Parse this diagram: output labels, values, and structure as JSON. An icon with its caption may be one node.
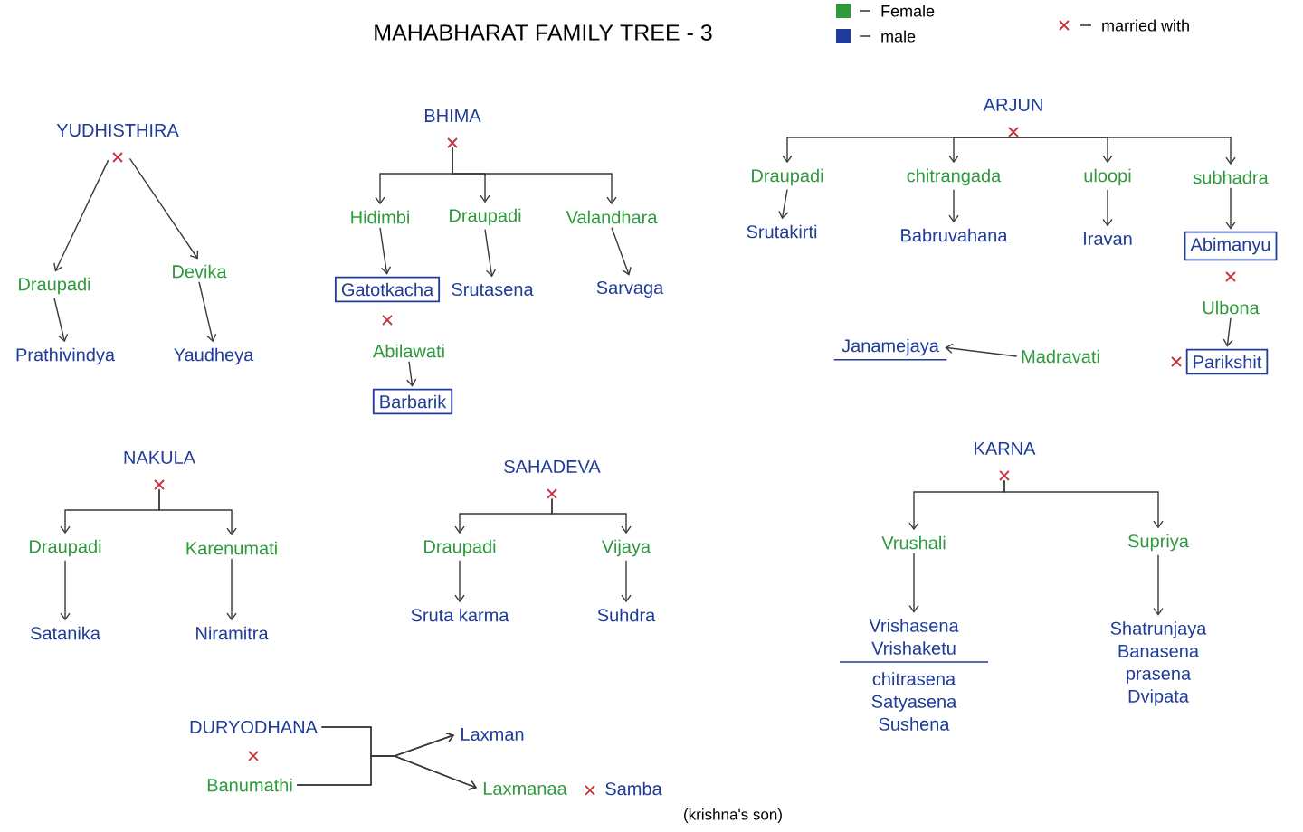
{
  "diagram": {
    "title": "MAHABHARAT FAMILY TREE - 3",
    "nodes": [
      {
        "text": [
          "YUDHISTHIRA"
        ]
      },
      {
        "text": [
          "Draupadi"
        ]
      },
      {
        "text": [
          "Devika"
        ]
      },
      {
        "text": [
          "Prathivindya"
        ]
      },
      {
        "text": [
          "Yaudheya"
        ]
      },
      {
        "text": [
          "BHIMA"
        ]
      },
      {
        "text": [
          "Hidimbi"
        ]
      },
      {
        "text": [
          "Draupadi"
        ]
      },
      {
        "text": [
          "Valandhara"
        ]
      },
      {
        "text": [
          "Gatotkacha"
        ]
      },
      {
        "text": [
          "Srutasena"
        ]
      },
      {
        "text": [
          "Sarvaga"
        ]
      },
      {
        "text": [
          "Abilawati"
        ]
      },
      {
        "text": [
          "Barbarik"
        ]
      },
      {
        "text": [
          "ARJUN"
        ]
      },
      {
        "text": [
          "Draupadi"
        ]
      },
      {
        "text": [
          "chitrangada"
        ]
      },
      {
        "text": [
          "uloopi"
        ]
      },
      {
        "text": [
          "subhadra"
        ]
      },
      {
        "text": [
          "Srutakirti"
        ]
      },
      {
        "text": [
          "Babruvahana"
        ]
      },
      {
        "text": [
          "Iravan"
        ]
      },
      {
        "text": [
          "Abimanyu"
        ]
      },
      {
        "text": [
          "Ulbona"
        ]
      },
      {
        "text": [
          "Parikshit"
        ]
      },
      {
        "text": [
          "Madravati"
        ]
      },
      {
        "text": [
          "Janamejaya"
        ]
      },
      {
        "text": [
          "NAKULA"
        ]
      },
      {
        "text": [
          "Draupadi"
        ]
      },
      {
        "text": [
          "Karenumati"
        ]
      },
      {
        "text": [
          "Satanika"
        ]
      },
      {
        "text": [
          "Niramitra"
        ]
      },
      {
        "text": [
          "SAHADEVA"
        ]
      },
      {
        "text": [
          "Draupadi"
        ]
      },
      {
        "text": [
          "Vijaya"
        ]
      },
      {
        "text": [
          "Sruta karma"
        ]
      },
      {
        "text": [
          "Suhdra"
        ]
      },
      {
        "text": [
          "KARNA"
        ]
      },
      {
        "text": [
          "Vrushali"
        ]
      },
      {
        "text": [
          "Supriya"
        ]
      },
      {
        "text": [
          "Vrishasena",
          "Vrishaketu",
          "chitrasena",
          "Satyasena",
          "Sushena"
        ]
      },
      {
        "text": [
          "Shatrunjaya",
          "Banasena",
          "prasena",
          "Dvipata"
        ]
      },
      {
        "text": [
          "DURYODHANA"
        ]
      },
      {
        "text": [
          "Banumathi"
        ]
      },
      {
        "text": [
          "Laxman"
        ]
      },
      {
        "text": [
          "Laxmanaa"
        ]
      },
      {
        "text": [
          "Samba"
        ],
        "beside": [
          "(krishna's son)"
        ]
      }
    ],
    "edges": [
      {
        "from": 0,
        "to": 1,
        "arrow": "to"
      },
      {
        "from": 0,
        "to": 2,
        "arrow": "to"
      },
      {
        "from": 1,
        "to": 3,
        "arrow": "to"
      },
      {
        "from": 2,
        "to": 4,
        "arrow": "to"
      },
      {
        "from": 5,
        "to": 6,
        "arrow": "to"
      },
      {
        "from": 5,
        "to": 7,
        "arrow": "to"
      },
      {
        "from": 5,
        "to": 8,
        "arrow": "to"
      },
      {
        "from": 6,
        "to": 9,
        "arrow": "to"
      },
      {
        "from": 7,
        "to": 10,
        "arrow": "to"
      },
      {
        "from": 8,
        "to": 11,
        "arrow": "to"
      },
      {
        "from": 12,
        "to": 13,
        "arrow": "to"
      },
      {
        "from": 14,
        "to": 15,
        "arrow": "to"
      },
      {
        "from": 14,
        "to": 16,
        "arrow": "to"
      },
      {
        "from": 14,
        "to": 17,
        "arrow": "to"
      },
      {
        "from": 14,
        "to": 18,
        "arrow": "to"
      },
      {
        "from": 15,
        "to": 19,
        "arrow": "to"
      },
      {
        "from": 16,
        "to": 20,
        "arrow": "to"
      },
      {
        "from": 17,
        "to": 21,
        "arrow": "to"
      },
      {
        "from": 18,
        "to": 22,
        "arrow": "to"
      },
      {
        "from": 23,
        "to": 24,
        "arrow": "to"
      },
      {
        "from": 25,
        "to": 26,
        "arrow": "to"
      },
      {
        "from": 27,
        "to": 28,
        "arrow": "to"
      },
      {
        "from": 27,
        "to": 29,
        "arrow": "to"
      },
      {
        "from": 28,
        "to": 30,
        "arrow": "to"
      },
      {
        "from": 29,
        "to": 31,
        "arrow": "to"
      },
      {
        "from": 32,
        "to": 33,
        "arrow": "to"
      },
      {
        "from": 32,
        "to": 34,
        "arrow": "to"
      },
      {
        "from": 33,
        "to": 35,
        "arrow": "to"
      },
      {
        "from": 34,
        "to": 36,
        "arrow": "to"
      },
      {
        "from": 37,
        "to": 38,
        "arrow": "to"
      },
      {
        "from": 37,
        "to": 39,
        "arrow": "to"
      },
      {
        "from": 38,
        "to": 40,
        "arrow": "to"
      },
      {
        "from": 39,
        "to": 41,
        "arrow": "to"
      },
      {
        "from": 42,
        "to": 44,
        "arrow": "to"
      },
      {
        "from": 42,
        "to": 45,
        "arrow": "to"
      },
      {
        "from": 43,
        "to": 44,
        "arrow": "to"
      },
      {
        "from": 43,
        "to": 45,
        "arrow": "to"
      }
    ],
    "legend": [
      {
        "text": "Female",
        "color": "#2e9a3e"
      },
      {
        "text": "male",
        "color": "#1f3c9a"
      },
      {
        "text": "married with"
      }
    ]
  }
}
